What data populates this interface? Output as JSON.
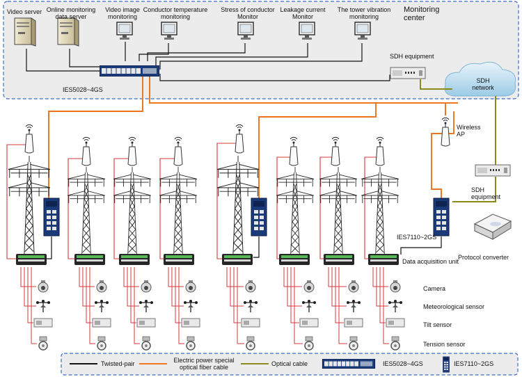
{
  "monitoring_center": {
    "title": "Monitoring center",
    "devices": [
      "Video server",
      "Online monitoring data server",
      "Video image monitoring",
      "Conductor temperature monitoring",
      "Stress of conductor Monitor",
      "Leakage current Monitor",
      "The tower vibration monitoring"
    ],
    "main_switch": "IES5028~4GS",
    "sdh_equipment": "SDH equipment"
  },
  "network": {
    "sdh_network": "SDH network",
    "wireless_ap": "Wireless AP",
    "field_sdh_equipment": "SDH equipment",
    "field_switch": "IES7110~2GS",
    "protocol_converter": "Protocol converter"
  },
  "field": {
    "data_acquisition_unit": "Data acquisition unit",
    "sensors": [
      "Camera",
      "Meteorological sensor",
      "Tilt sensor",
      "Tension sensor"
    ]
  },
  "legend": {
    "twisted_pair": "Twisted-pair",
    "fiber": "Electric power special optical fiber cable",
    "optical": "Optical cable",
    "switch_a": "IES5028~4GS",
    "switch_b": "IES7110~2GS"
  },
  "colors": {
    "twisted_pair": "#111111",
    "fiber": "#ee7722",
    "optical": "#8a8a1a",
    "sensor_wire": "#d23a3a",
    "switch_blue": "#1a3a7a"
  }
}
